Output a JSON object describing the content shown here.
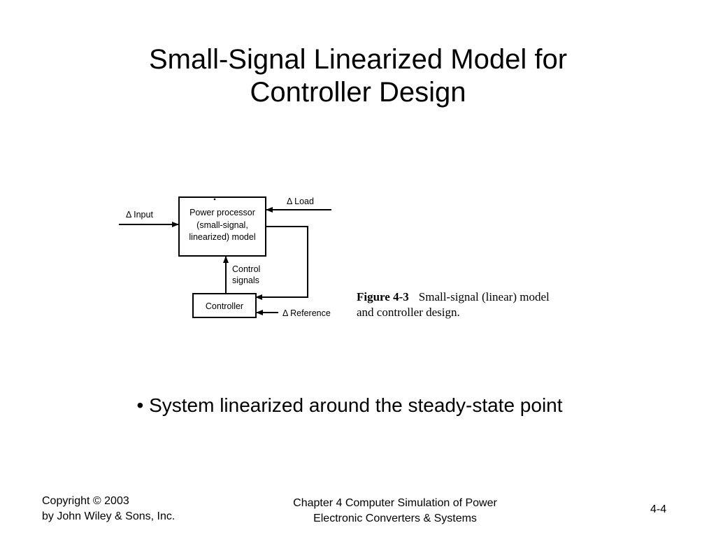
{
  "title": {
    "line1": "Small-Signal Linearized Model for",
    "line2": "Controller Design"
  },
  "diagram": {
    "input_label": "Δ Input",
    "load_label": "Δ Load",
    "power_processor": {
      "line1": "Power processor",
      "line2": "(small-signal,",
      "line3": "linearized) model"
    },
    "control_signals": {
      "line1": "Control",
      "line2": "signals"
    },
    "controller_label": "Controller",
    "reference_label": "Δ Reference"
  },
  "caption": {
    "figure_label": "Figure 4-3",
    "line1": "Small-signal (linear) model",
    "line2": "and controller design."
  },
  "bullet": "• System linearized around the steady-state point",
  "footer": {
    "copyright_line1": "Copyright © 2003",
    "copyright_line2": "by John Wiley & Sons, Inc.",
    "chapter_line1": "Chapter 4 Computer Simulation of Power",
    "chapter_line2": "Electronic Converters & Systems",
    "page_number": "4-4"
  }
}
